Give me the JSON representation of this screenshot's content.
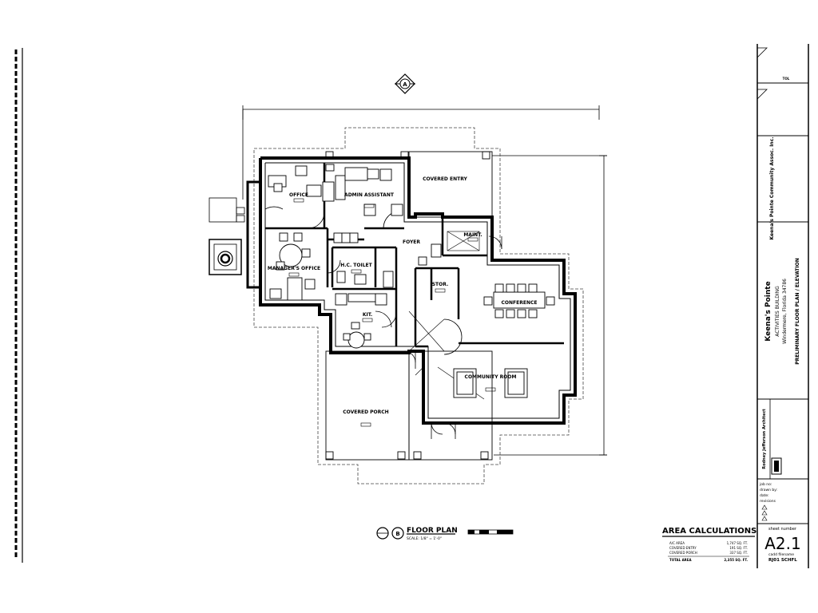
{
  "plan": {
    "north_tag": "A",
    "section_num": "B",
    "title": "FLOOR PLAN",
    "scale": "SCALE: 1/8\" = 1'-0\""
  },
  "rooms": {
    "office": "OFFICE",
    "admin_assistant": "ADMIN ASSISTANT",
    "covered_entry": "COVERED ENTRY",
    "maint": "MAINT.",
    "managers_office": "MANAGER'S OFFICE",
    "foyer": "FOYER",
    "hc_toilet": "H.C. TOILET",
    "stor": "STOR.",
    "conference": "CONFERENCE",
    "kit": "KIT.",
    "community_room": "COMMUNITY ROOM",
    "covered_porch": "COVERED PORCH"
  },
  "title_block": {
    "project": "Keena's Pointe",
    "subtitle": "ACTIVITIES BUILDING",
    "address": "Windermere, Florida 34786",
    "sheet_title": "PRELIMINARY FLOOR PLAN / ELEVATION",
    "client": "Keena's Pointe Community Assoc. Inc.",
    "architect": "Rodney Jefferson Architect",
    "job_no": "job no:",
    "drawn_by": "drawn by:",
    "date": "date:",
    "revisions": "revisions",
    "sheet_number_label": "sheet number",
    "sheet_number": "A2.1",
    "cad_filename_label": "cadd filename",
    "cad_filename": "RJ01 SCHFL"
  },
  "area": {
    "title": "AREA CALCULATIONS",
    "rows": [
      {
        "label": "A/C AREA",
        "value": "1,747 SQ. FT."
      },
      {
        "label": "COVERED ENTRY",
        "value": "191 SQ. FT."
      },
      {
        "label": "COVERED PORCH",
        "value": "337 SQ. FT."
      }
    ],
    "total_label": "TOTAL AREA",
    "total_value": "2,355 SQ. FT."
  }
}
